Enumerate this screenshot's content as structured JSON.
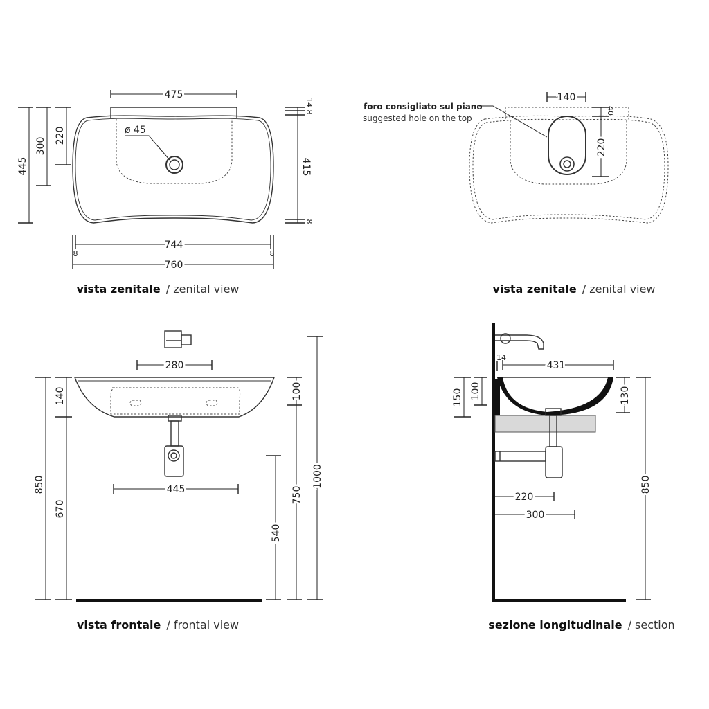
{
  "top_left": {
    "dims": {
      "w475": "475",
      "dia45": "ø 45",
      "h220": "220",
      "h300": "300",
      "h445": "445",
      "h415": "415",
      "e14": "14",
      "e8a": "8",
      "e8b": "8",
      "w744": "744",
      "w760": "760",
      "l8": "8",
      "r8": "8"
    },
    "caption_bold": "vista zenitale",
    "caption_regular": "/ zenital view"
  },
  "top_right": {
    "note_it": "foro consigliato sul piano",
    "note_en": "suggested hole on the top",
    "dims": {
      "w140": "140",
      "h40": "40",
      "h220": "220"
    },
    "caption_bold": "vista zenitale",
    "caption_regular": "/ zenital view"
  },
  "bottom_left": {
    "dims": {
      "w280": "280",
      "h140": "140",
      "h100": "100",
      "w445": "445",
      "h850": "850",
      "h670": "670",
      "h540": "540",
      "h750": "750",
      "h1000": "1000"
    },
    "caption_bold": "vista frontale",
    "caption_regular": "/ frontal view"
  },
  "bottom_right": {
    "dims": {
      "e14": "14",
      "w431": "431",
      "h150": "150",
      "h100": "100",
      "h130": "130",
      "w220": "220",
      "w300": "300",
      "h850": "850"
    },
    "caption_bold": "sezione longitudinale",
    "caption_regular": "/ section"
  }
}
